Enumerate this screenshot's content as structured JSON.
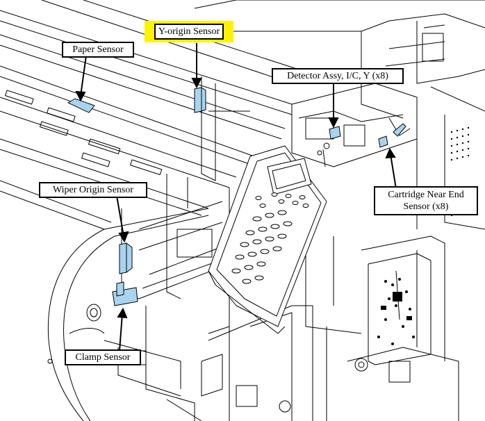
{
  "labels": {
    "y_origin_sensor": "Y-origin Sensor",
    "paper_sensor": "Paper Sensor",
    "detector_assy": "Detector Assy, I/C, Y (x8)",
    "wiper_origin_sensor": "Wiper Origin Sensor",
    "cartridge_near_end_line1": "Cartridge Near End",
    "cartridge_near_end_line2": "Sensor (x8)",
    "clamp_sensor": "Clamp Sensor"
  },
  "colors": {
    "sensor_fill": "#a9d4f0",
    "highlight": "#fff200",
    "line": "#000000",
    "background": "#ffffff"
  }
}
